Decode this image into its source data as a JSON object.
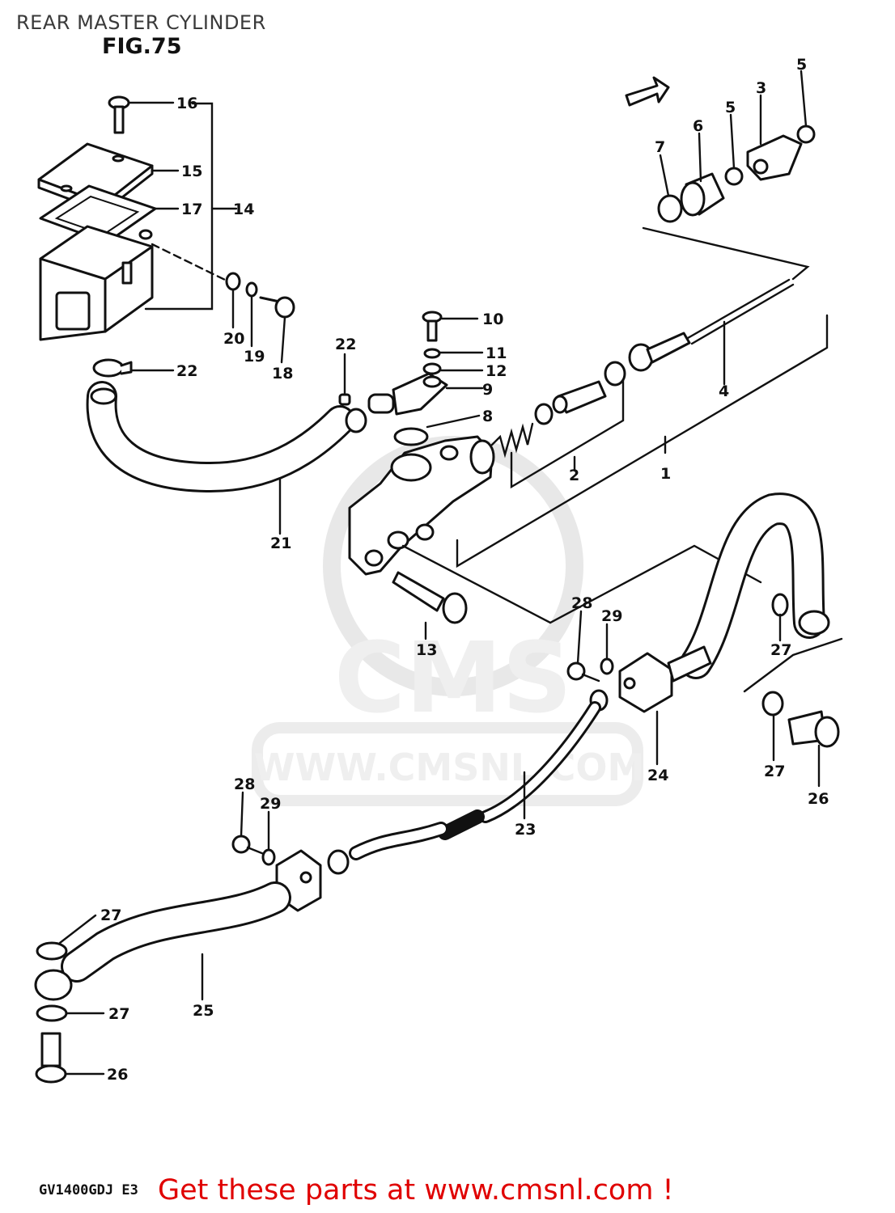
{
  "title": "REAR MASTER CYLINDER",
  "figure": "FIG.75",
  "model_code": "GV1400GDJ E3",
  "cta": "Get these parts at www.cmsnl.com !",
  "watermark": {
    "logo": "CMS",
    "url": "WWW.CMSNL.COM"
  },
  "callouts": {
    "c1": "1",
    "c2": "2",
    "c3": "3",
    "c4": "4",
    "c5a": "5",
    "c5b": "5",
    "c6": "6",
    "c7": "7",
    "c8": "8",
    "c9": "9",
    "c10": "10",
    "c11": "11",
    "c12": "12",
    "c13": "13",
    "c14": "14",
    "c15": "15",
    "c16": "16",
    "c17": "17",
    "c18": "18",
    "c19": "19",
    "c20": "20",
    "c21": "21",
    "c22a": "22",
    "c22b": "22",
    "c23": "23",
    "c24": "24",
    "c25": "25",
    "c26a": "26",
    "c26b": "26",
    "c27a": "27",
    "c27b": "27",
    "c27c": "27",
    "c27d": "27",
    "c28a": "28",
    "c28b": "28",
    "c29a": "29",
    "c29b": "29"
  },
  "colors": {
    "cta": "#e00000",
    "ink": "#111111",
    "watermark": "#d9d9d9"
  }
}
